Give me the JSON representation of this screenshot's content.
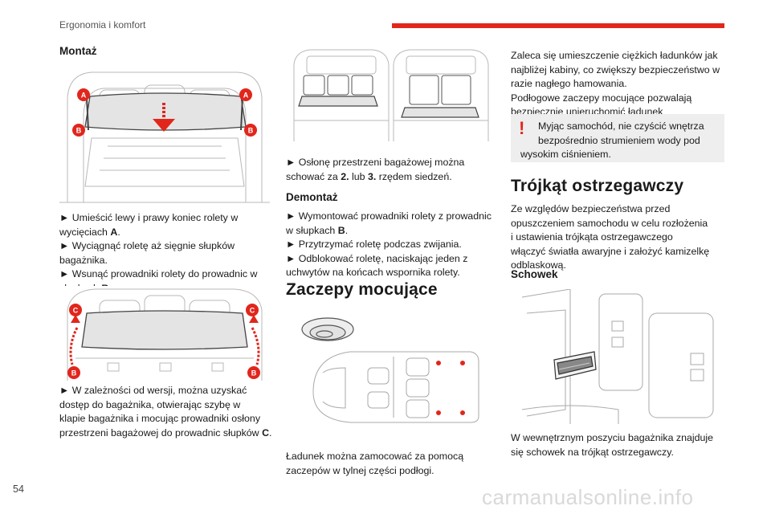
{
  "header": {
    "section": "Ergonomia i komfort"
  },
  "page_number": "54",
  "watermark": "carmanualsonline.info",
  "col1": {
    "heading": "Montaż",
    "fig1_labels": [
      "A",
      "A",
      "B",
      "B"
    ],
    "steps1": [
      "► Umieścić lewy i prawy koniec rolety w",
      "wycięciach ",
      "A",
      ".",
      "► Wyciągnąć roletę aż sięgnie słupków",
      "bagażnika.",
      "► Wsunąć prowadniki rolety do prowadnic w",
      "słupkach ",
      "B",
      "."
    ],
    "fig2_labels": [
      "C",
      "C",
      "B",
      "B"
    ],
    "steps2": [
      "► W zależności od wersji, można uzyskać",
      "dostęp do bagażnika, otwierając szybę w",
      "klapie bagażnika i mocując prowadniki osłony",
      "przestrzeni bagażowej do prowadnic słupków ",
      "C",
      "."
    ]
  },
  "col2": {
    "stow_text": [
      "► Osłonę przestrzeni bagażowej można",
      "schować za ",
      "2.",
      " lub ",
      "3.",
      " rzędem siedzeń."
    ],
    "demontaz_heading": "Demontaż",
    "demontaz_steps": [
      "► Wymontować prowadniki rolety z prowadnic",
      "w słupkach ",
      "B",
      ".",
      "► Przytrzymać roletę podczas zwijania.",
      "► Odblokować roletę, naciskając jeden z",
      "uchwytów na końcach wspornika rolety."
    ],
    "zaczepy_heading": "Zaczepy mocujące",
    "zaczepy_text": [
      "Ładunek można zamocować za pomocą",
      "zaczepów w tylnej części podłogi."
    ]
  },
  "col3": {
    "intro": [
      "Zaleca się umieszczenie ciężkich ładunków jak",
      "najbliżej kabiny, co zwiększy bezpieczeństwo w",
      "razie nagłego hamowania.",
      "Podłogowe zaczepy mocujące pozwalają",
      "bezpiecznie unieruchomić ładunek"
    ],
    "warning_icon": "!",
    "warning": [
      "Myjąc samochód, nie czyścić wnętrza",
      "bezpośrednio strumieniem wody pod",
      "wysokim ciśnieniem."
    ],
    "triangle_heading": "Trójkąt ostrzegawczy",
    "triangle_text": [
      "Ze względów bezpieczeństwa przed",
      "opuszczeniem samochodu w celu rozłożenia",
      "i ustawienia trójkąta ostrzegawczego",
      "włączyć światła awaryjne i założyć kamizelkę",
      "odblaskową."
    ],
    "schowek_heading": "Schowek",
    "schowek_text": [
      "W wewnętrznym poszyciu bagażnika znajduje",
      "się schowek na trójkąt ostrzegawczy."
    ]
  },
  "colors": {
    "accent_red": "#e1261c",
    "warning_bg": "#eeeeee"
  }
}
